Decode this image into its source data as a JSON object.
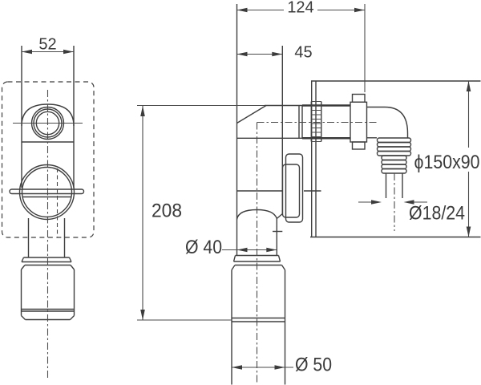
{
  "dimensions": {
    "top_width": "124",
    "outlet_offset": "45",
    "front_width": "52",
    "height": "208",
    "tail_diameter": "Ø 40",
    "cup_diameter": "Ø 50",
    "hose_diameter": "Ø18/24",
    "plate_size": "ϕ150x90"
  }
}
